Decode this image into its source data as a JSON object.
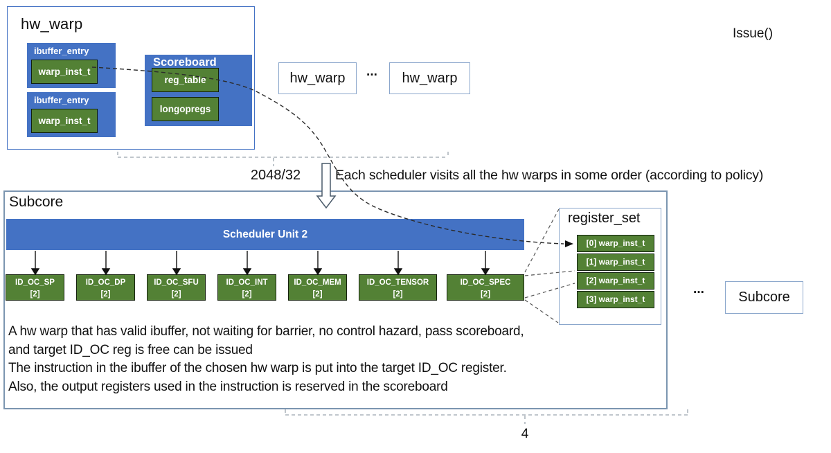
{
  "palette": {
    "blue": "#4472C4",
    "green": "#538135",
    "panel_border": "#7B95B0",
    "light_box_border": "#8BA7CC",
    "dash_dark": "#2B2B2B",
    "dash_gray": "#9AA5AD"
  },
  "hw_warp_panel": {
    "title": "hw_warp",
    "ibuffer_entries": [
      {
        "label": "ibuffer_entry",
        "inner": "warp_inst_t"
      },
      {
        "label": "ibuffer_entry",
        "inner": "warp_inst_t"
      }
    ],
    "scoreboard": {
      "title": "Scoreboard",
      "rows": [
        "reg_table",
        "longopregs"
      ]
    }
  },
  "warp_row": {
    "left_box": "hw_warp",
    "dots": "···",
    "right_box": "hw_warp"
  },
  "issue_label": "Issue()",
  "warps_count_label": "2048/32",
  "scheduler_note": "Each scheduler visits all the hw warps in some order (according to policy)",
  "subcore": {
    "title": "Subcore",
    "scheduler_bar": "Scheduler Unit 2",
    "id_oc_units": [
      {
        "name": "ID_OC_SP",
        "size": "[2]"
      },
      {
        "name": "ID_OC_DP",
        "size": "[2]"
      },
      {
        "name": "ID_OC_SFU",
        "size": "[2]"
      },
      {
        "name": "ID_OC_INT",
        "size": "[2]"
      },
      {
        "name": "ID_OC_MEM",
        "size": "[2]"
      },
      {
        "name": "ID_OC_TENSOR",
        "size": "[2]"
      },
      {
        "name": "ID_OC_SPEC",
        "size": "[2]"
      }
    ],
    "description_lines": [
      "A hw warp that has valid ibuffer, not waiting for barrier, no control hazard, pass scoreboard,",
      "and target ID_OC reg is free can be issued",
      "The instruction in the ibuffer of the chosen hw warp is put into the target ID_OC register.",
      "Also, the output registers used in the instruction is reserved in the scoreboard"
    ]
  },
  "register_set": {
    "title": "register_set",
    "rows": [
      "[0] warp_inst_t",
      "[1] warp_inst_t",
      "[2] warp_inst_t",
      "[3] warp_inst_t"
    ]
  },
  "more_subcores": {
    "dots": "···",
    "label": "Subcore"
  },
  "page_number": "4"
}
